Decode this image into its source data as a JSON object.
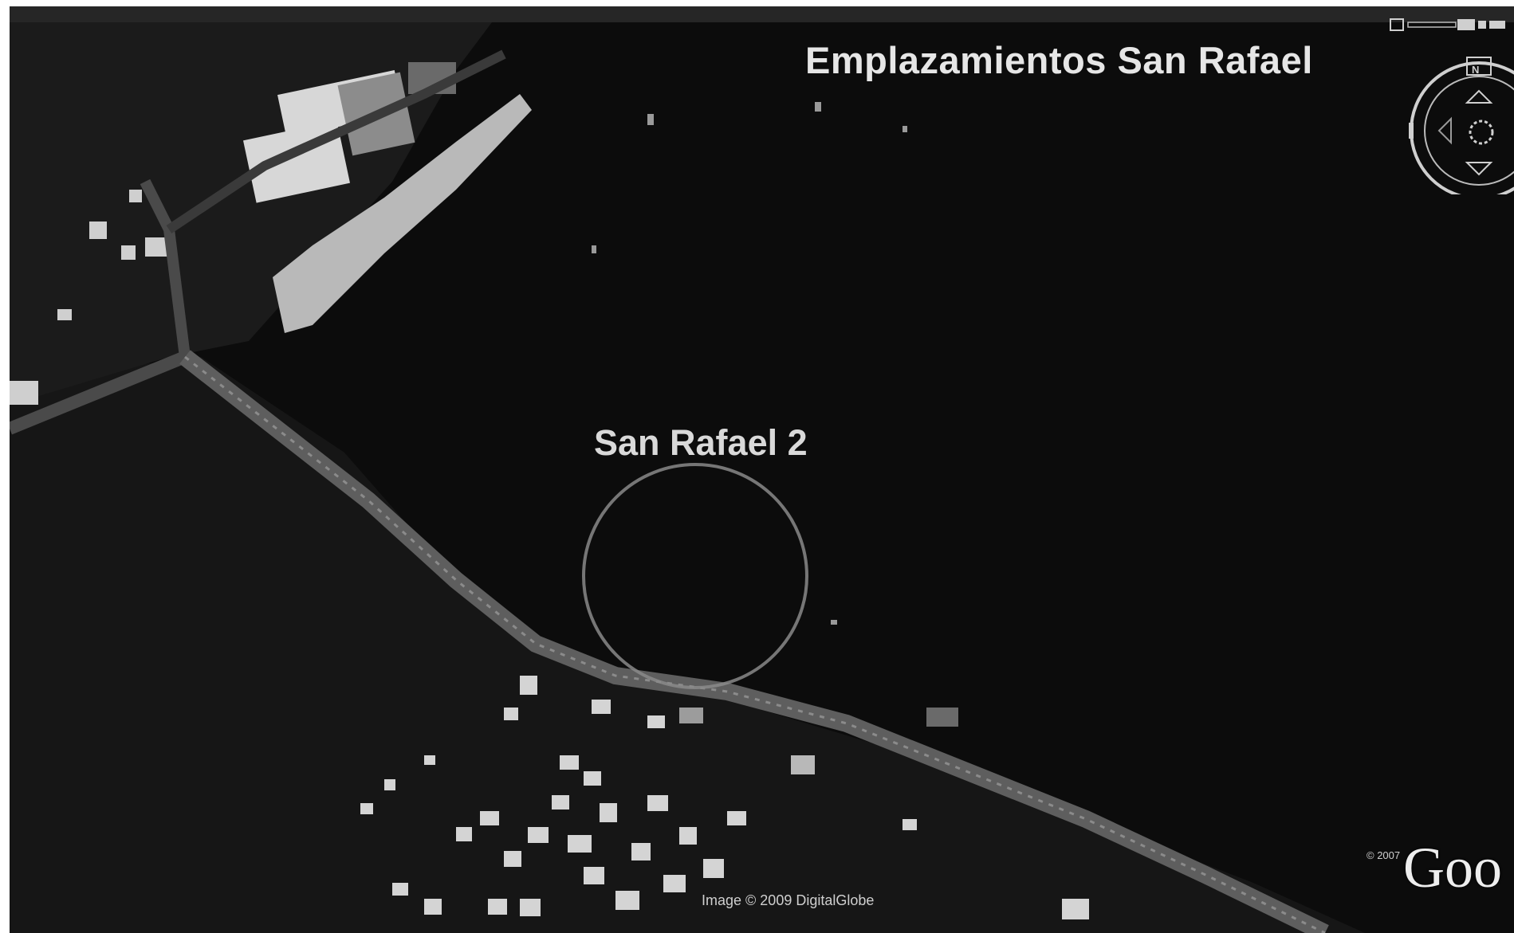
{
  "map": {
    "title": "Emplazamientos San Rafael",
    "site_label": "San Rafael 2",
    "copyright": "Image © 2009 DigitalGlobe",
    "copyright_year": "© 2007",
    "brand": "Goo",
    "compass": {
      "north": "N"
    },
    "icons": [
      "zoom-slider-icon",
      "compass-icon",
      "tilt-up-icon",
      "tilt-down-icon",
      "pan-left-icon",
      "look-around-icon"
    ],
    "colors": {
      "water": "#0b0b0b",
      "land": "#1c1c1c",
      "highlight": "#e6e6e6",
      "circle": "#8a8a8a"
    }
  }
}
